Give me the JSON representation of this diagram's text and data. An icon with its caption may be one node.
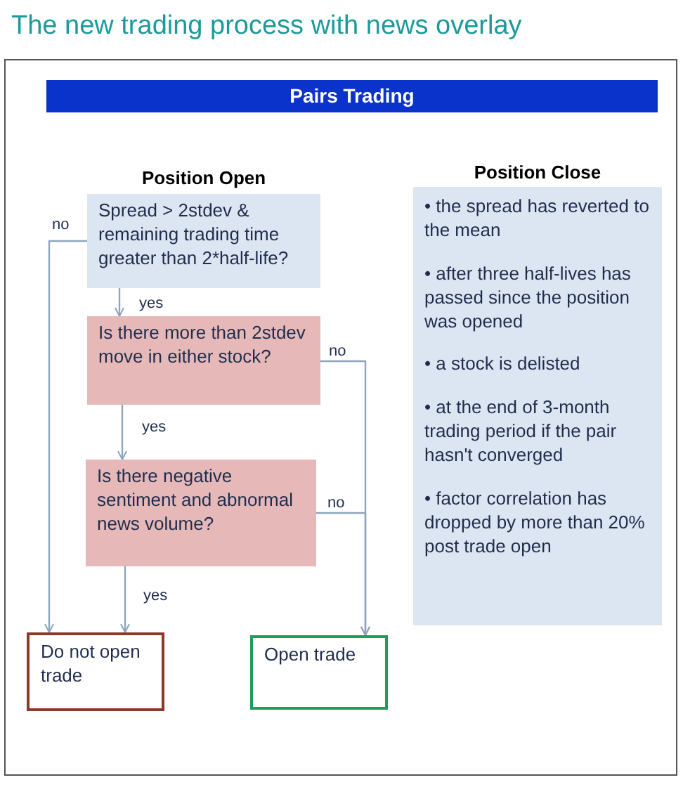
{
  "diagram": {
    "title": "The new trading process with news overlay",
    "nodes": [
      {
        "text": [
          "Spread > 2stdev & remaining trading time greater than 2*half-life?"
        ]
      },
      {
        "text": [
          "Is there more than 2stdev move in either stock?"
        ]
      },
      {
        "text": [
          "Is there negative sentiment and abnormal news volume?"
        ]
      },
      {
        "text": [
          "Do not open trade"
        ]
      },
      {
        "text": [
          "Open trade"
        ]
      },
      {
        "text": [
          "Position Close",
          "• the spread has reverted to the mean",
          "• after three half-lives has passed since the position was opened",
          "• a stock is delisted",
          "• at the end of 3-month trading period if the pair hasn't converged",
          "• factor correlation has dropped by more than 20% post trade open"
        ]
      },
      {
        "text": [
          "Pairs Trading"
        ]
      }
    ],
    "edges": [
      {
        "from": 0,
        "to": 3,
        "arrow": "to",
        "label": "no"
      },
      {
        "from": 0,
        "to": 1,
        "arrow": "to",
        "label": "yes"
      },
      {
        "from": 1,
        "to": 2,
        "arrow": "to",
        "label": "yes"
      },
      {
        "from": 1,
        "to": 4,
        "arrow": "to",
        "label": "no"
      },
      {
        "from": 2,
        "to": 4,
        "arrow": "to",
        "label": "no"
      },
      {
        "from": 2,
        "to": 3,
        "arrow": "to",
        "label": "yes"
      }
    ],
    "labels": [
      "Position Open"
    ]
  }
}
